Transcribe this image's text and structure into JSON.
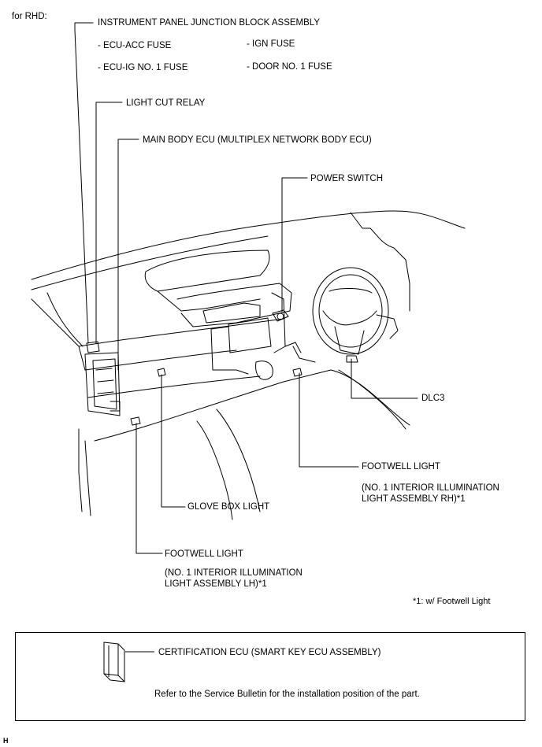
{
  "header": {
    "variant": "for RHD:"
  },
  "labels": {
    "junction_block": "INSTRUMENT PANEL JUNCTION BLOCK ASSEMBLY",
    "ecu_acc_fuse": "- ECU-ACC FUSE",
    "ign_fuse": "- IGN FUSE",
    "ecu_ig_fuse": "- ECU-IG NO. 1 FUSE",
    "door_fuse": "- DOOR NO. 1 FUSE",
    "light_cut_relay": "LIGHT CUT RELAY",
    "main_body_ecu": "MAIN BODY ECU (MULTIPLEX NETWORK BODY ECU)",
    "power_switch": "POWER SWITCH",
    "dlc3": "DLC3",
    "footwell_rh": "FOOTWELL LIGHT",
    "footwell_rh_sub1": "(NO. 1 INTERIOR ILLUMINATION",
    "footwell_rh_sub2": "LIGHT ASSEMBLY RH)*1",
    "glove_box_light": "GLOVE BOX LIGHT",
    "footwell_lh": "FOOTWELL LIGHT",
    "footwell_lh_sub1": "(NO. 1 INTERIOR ILLUMINATION",
    "footwell_lh_sub2": "LIGHT ASSEMBLY LH)*1",
    "footnote": "*1: w/ Footwell Light"
  },
  "bottom_box": {
    "cert_ecu": "CERTIFICATION ECU (SMART KEY ECU ASSEMBLY)",
    "note": "Refer to the Service Bulletin for the installation position of the part."
  },
  "corner_mark": "H"
}
